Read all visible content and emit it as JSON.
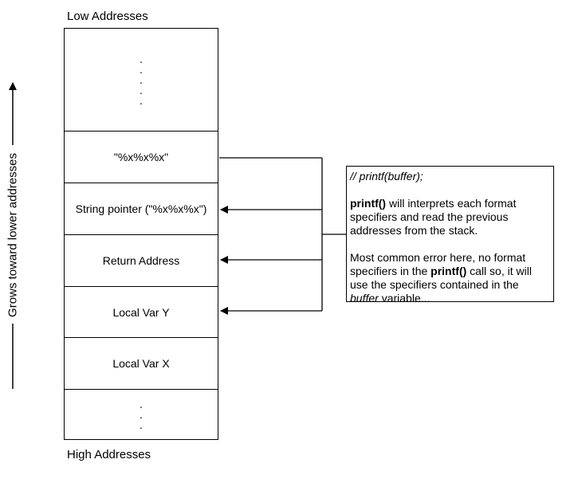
{
  "top_label": "Low Addresses",
  "bottom_label": "High Addresses",
  "side_label": "Grows toward lower addresses",
  "stack_cells": [
    {
      "label": ""
    },
    {
      "label": "\"%x%x%x\""
    },
    {
      "label": "String pointer (\"%x%x%x\")"
    },
    {
      "label": "Return Address"
    },
    {
      "label": "Local Var Y"
    },
    {
      "label": "Local Var X"
    },
    {
      "label": ""
    }
  ],
  "note": {
    "comment": "// printf(buffer);",
    "para1_bold": "printf()",
    "para1_rest": " will interprets each format specifiers and read the previous addresses from the stack.",
    "para2_start": "Most common error here, no format specifiers in the ",
    "para2_bold": "printf()",
    "para2_mid": " call so, it will use the specifiers contained in the ",
    "para2_italic": "buffer",
    "para2_end": " variable..."
  }
}
